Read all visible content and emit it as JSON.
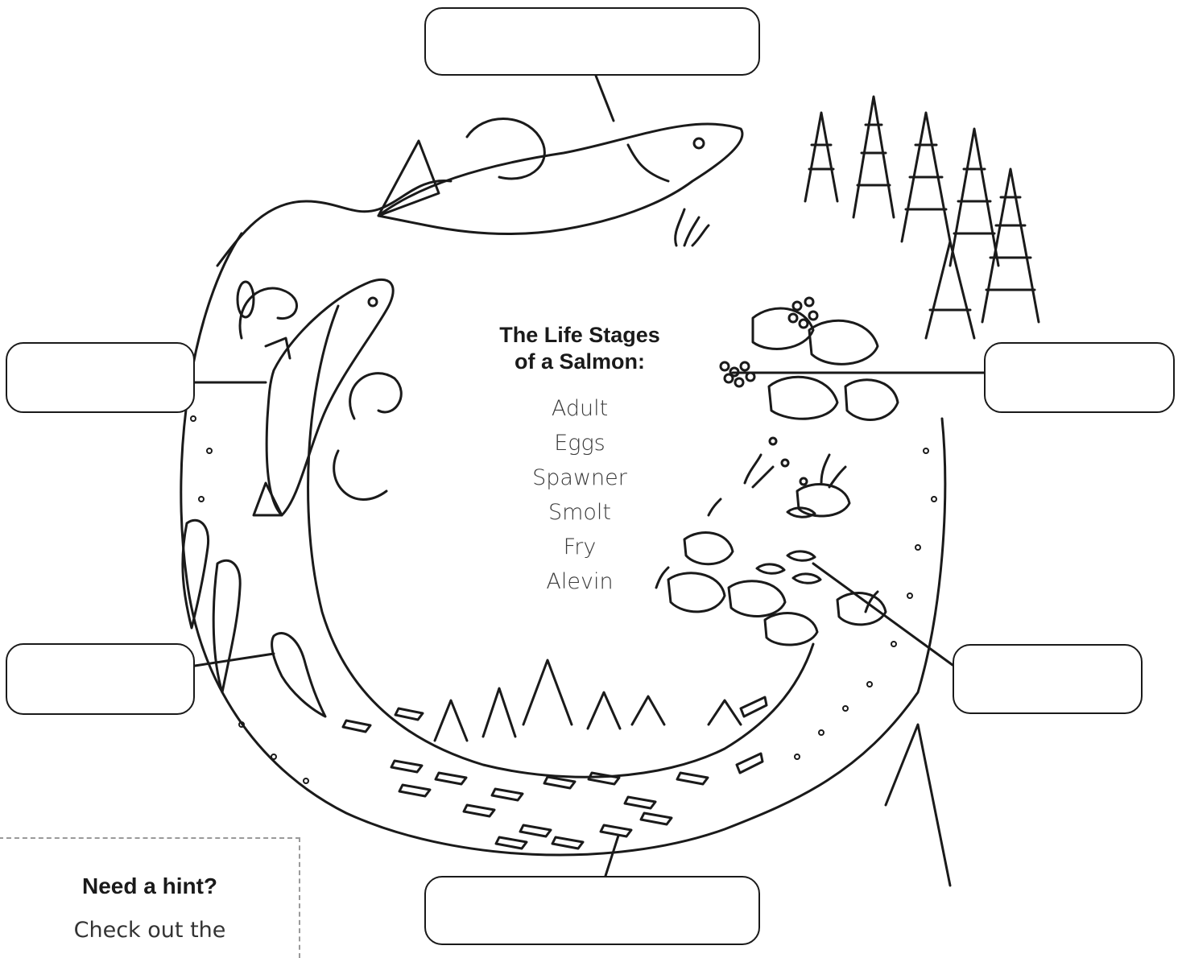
{
  "diagram": {
    "title_line1": "The Life Stages",
    "title_line2": "of a Salmon:",
    "stages": [
      "Adult",
      "Eggs",
      "Spawner",
      "Smolt",
      "Fry",
      "Alevin"
    ],
    "label_boxes": [
      "",
      "",
      "",
      "",
      "",
      ""
    ]
  },
  "hint": {
    "title": "Need a hint?",
    "text": "Check out the"
  },
  "colors": {
    "ink": "#1a1a1a",
    "background": "#ffffff",
    "hint_border": "#9a9a9a"
  }
}
